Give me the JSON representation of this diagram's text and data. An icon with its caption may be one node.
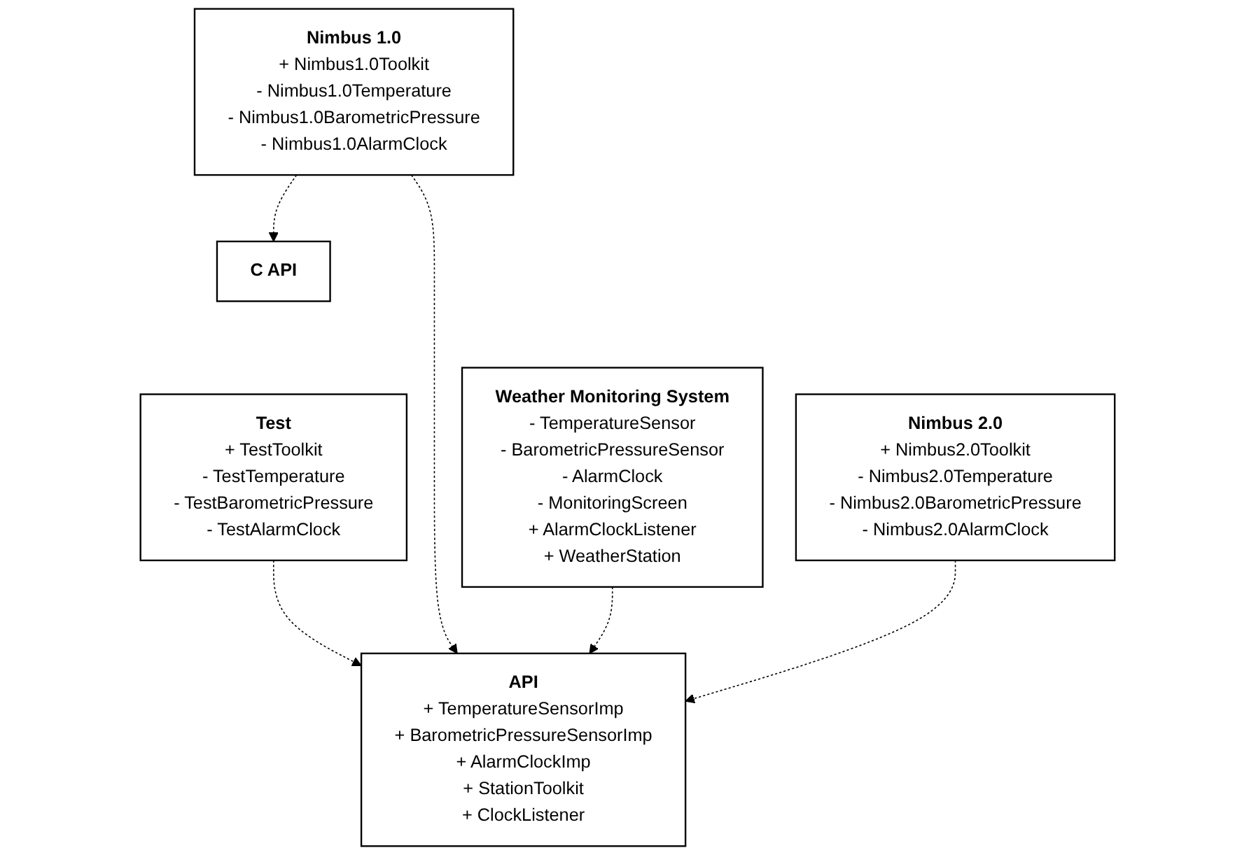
{
  "diagram": {
    "nodes": [
      {
        "text": [
          "C API"
        ]
      },
      {
        "text": [
          "Test",
          "+ TestToolkit",
          "- TestTemperature",
          "- TestBarometricPressure",
          "- TestAlarmClock"
        ]
      },
      {
        "text": [
          "Nimbus 1.0",
          "+ Nimbus1.0Toolkit",
          "- Nimbus1.0Temperature",
          "- Nimbus1.0BarometricPressure",
          "- Nimbus1.0AlarmClock"
        ]
      },
      {
        "text": [
          "Weather Monitoring System",
          "- TemperatureSensor",
          "- BarometricPressureSensor",
          "- AlarmClock",
          "- MonitoringScreen",
          "+ AlarmClockListener",
          "+ WeatherStation"
        ]
      },
      {
        "text": [
          "Nimbus 2.0",
          "+ Nimbus2.0Toolkit",
          "- Nimbus2.0Temperature",
          "- Nimbus2.0BarometricPressure",
          "- Nimbus2.0AlarmClock"
        ]
      },
      {
        "text": [
          "API",
          "+ TemperatureSensorImp",
          "+ BarometricPressureSensorImp",
          "+ AlarmClockImp",
          "+ StationToolkit",
          "+ ClockListener"
        ]
      }
    ],
    "edges": [
      {
        "from": 2,
        "to": 0,
        "arrow": "to",
        "style": "dashed"
      },
      {
        "from": 1,
        "to": 5,
        "arrow": "to",
        "style": "dashed"
      },
      {
        "from": 2,
        "to": 5,
        "arrow": "to",
        "style": "dashed"
      },
      {
        "from": 3,
        "to": 5,
        "arrow": "to",
        "style": "dashed"
      },
      {
        "from": 4,
        "to": 5,
        "arrow": "to",
        "style": "dashed"
      }
    ]
  }
}
